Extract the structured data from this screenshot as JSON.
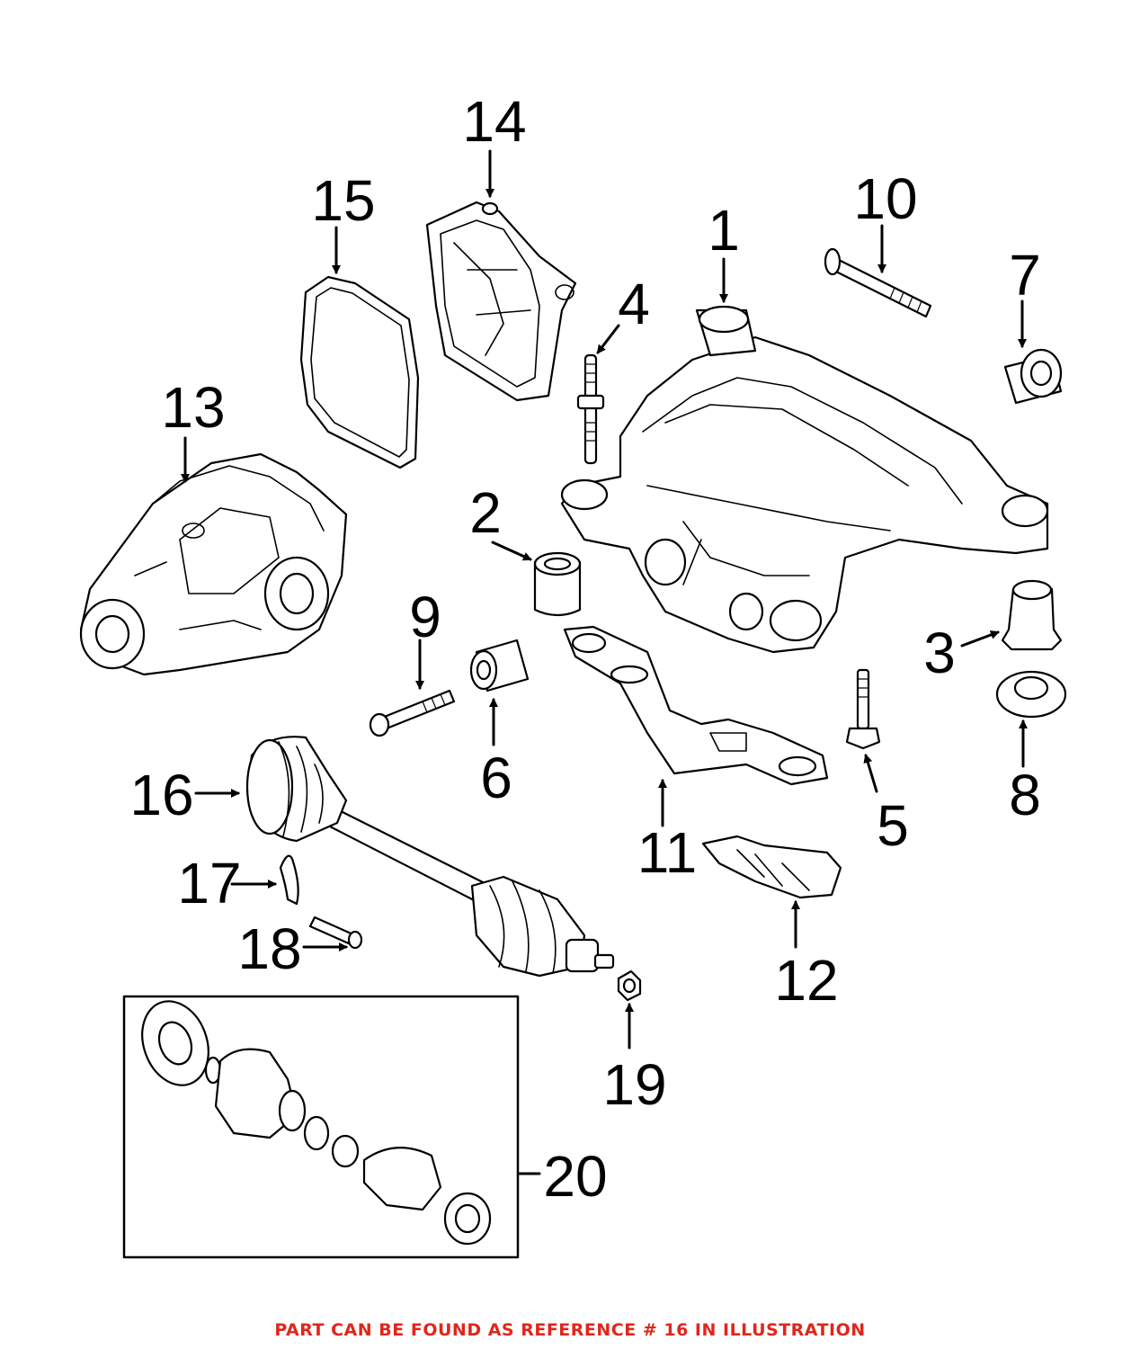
{
  "callouts": {
    "c1": "1",
    "c2": "2",
    "c3": "3",
    "c4": "4",
    "c5": "5",
    "c6": "6",
    "c7": "7",
    "c8": "8",
    "c9": "9",
    "c10": "10",
    "c11": "11",
    "c12": "12",
    "c13": "13",
    "c14": "14",
    "c15": "15",
    "c16": "16",
    "c17": "17",
    "c18": "18",
    "c19": "19",
    "c20": "20"
  },
  "footer_note": "PART CAN BE FOUND AS REFERENCE # 16 IN ILLUSTRATION",
  "colors": {
    "line": "#000000",
    "background": "#ffffff",
    "footer_text": "#e0261c"
  }
}
